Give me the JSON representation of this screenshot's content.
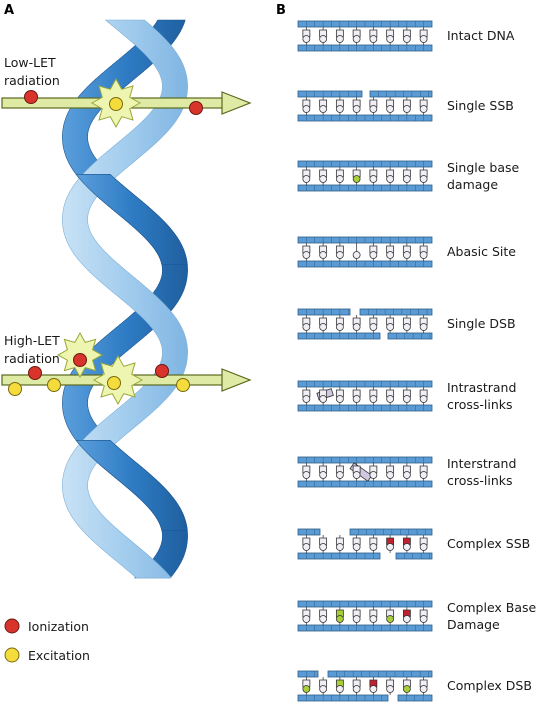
{
  "panels": {
    "a": {
      "letter": "A",
      "low_let_label": [
        "Low-LET",
        "radiation"
      ],
      "high_let_label": [
        "High-LET",
        "radiation"
      ],
      "legend": [
        {
          "label": "Ionization",
          "color": "#d9342b"
        },
        {
          "label": "Excitation",
          "color": "#f3dc3c"
        }
      ]
    },
    "b": {
      "letter": "B",
      "rows": [
        {
          "label": [
            "Intact DNA"
          ],
          "damage": "intact"
        },
        {
          "label": [
            "Single SSB"
          ],
          "damage": "ssb"
        },
        {
          "label": [
            "Single base",
            "damage"
          ],
          "damage": "base"
        },
        {
          "label": [
            "Abasic Site"
          ],
          "damage": "abasic"
        },
        {
          "label": [
            "Single DSB"
          ],
          "damage": "dsb"
        },
        {
          "label": [
            "Intrastrand",
            "cross-links"
          ],
          "damage": "intra"
        },
        {
          "label": [
            "Interstrand",
            "cross-links"
          ],
          "damage": "inter"
        },
        {
          "label": [
            "Complex SSB"
          ],
          "damage": "complex-ssb"
        },
        {
          "label": [
            "Complex Base",
            "Damage"
          ],
          "damage": "complex-base"
        },
        {
          "label": [
            "Complex DSB"
          ],
          "damage": "complex-dsb"
        }
      ]
    }
  },
  "colors": {
    "backbone": "#5b9bd5",
    "backbone_stroke": "#2e5f8a",
    "helix_dark": "#2f7cc4",
    "helix_light": "#a9d0ee",
    "arrow": "#dfeaa4",
    "arrow_stroke": "#5a6a1e",
    "burst": "#eef5b0",
    "ionization": "#d9342b",
    "excitation": "#f3dc3c",
    "base_fill": "#f1eef6",
    "base_lesion_green": "#a8cf3a",
    "base_lesion_red": "#c21f2f"
  }
}
